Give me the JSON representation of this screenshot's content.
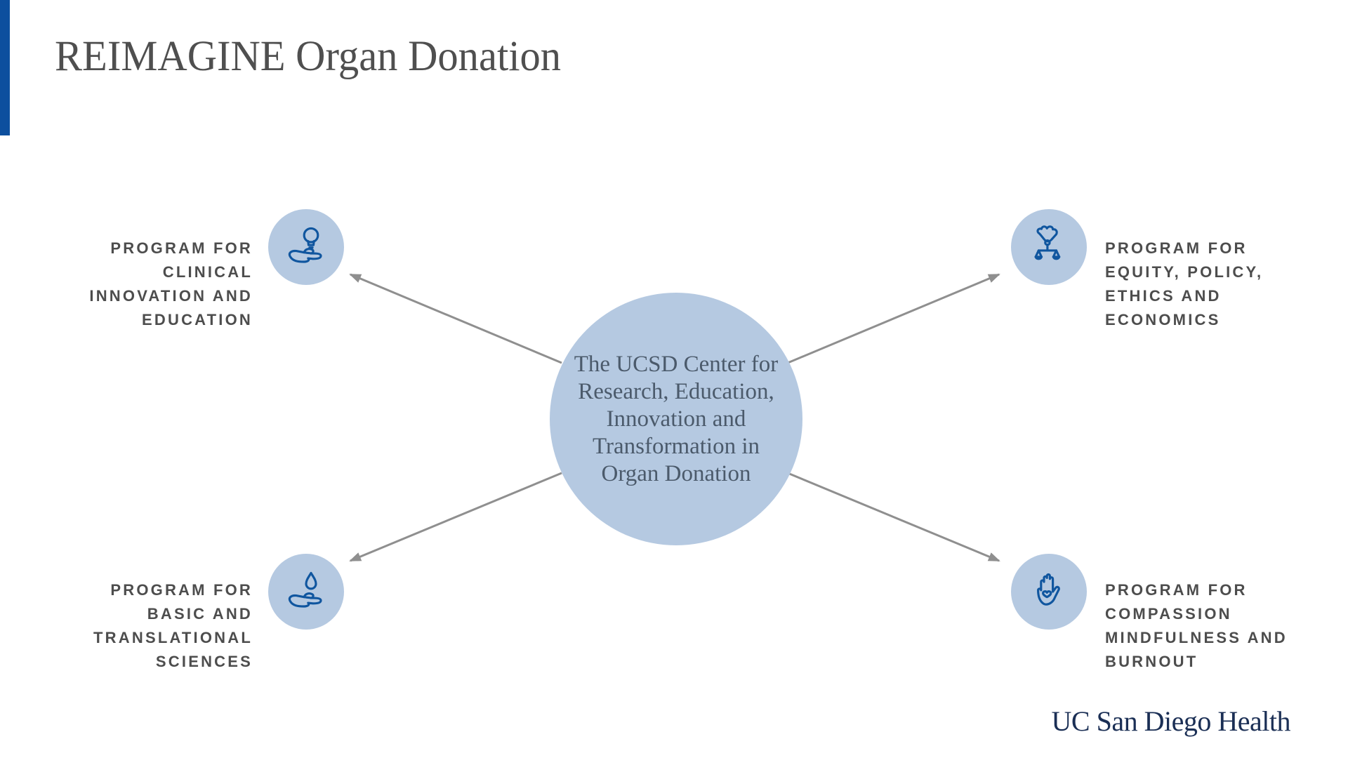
{
  "slide": {
    "title": "REIMAGINE Organ Donation",
    "accent_bar_color": "#0d4f9e",
    "background_color": "#ffffff"
  },
  "center_hub": {
    "text": "The UCSD Center for Research, Education, Innovation and Transformation in Organ Donation",
    "text_lines": [
      "The UCSD Center for",
      "Research, Education,",
      "Innovation and",
      "Transformation in",
      "Organ Donation"
    ],
    "circle_color": "#b5c9e1",
    "text_color": "#4b5a6b"
  },
  "programs": [
    {
      "id": "clinical-innovation-education",
      "position": "top-left",
      "icon": "hand-lightbulb-icon",
      "label_lines": [
        "PROGRAM FOR",
        "CLINICAL",
        "INNOVATION AND",
        "EDUCATION"
      ]
    },
    {
      "id": "equity-policy-ethics-economics",
      "position": "top-right",
      "icon": "hand-scales-icon",
      "label_lines": [
        "PROGRAM FOR",
        "EQUITY, POLICY,",
        "ETHICS AND",
        "ECONOMICS"
      ]
    },
    {
      "id": "basic-translational-sciences",
      "position": "bottom-left",
      "icon": "hand-droplet-icon",
      "label_lines": [
        "PROGRAM FOR",
        "BASIC AND",
        "TRANSLATIONAL",
        "SCIENCES"
      ]
    },
    {
      "id": "compassion-mindfulness-burnout",
      "position": "bottom-right",
      "icon": "hand-heart-icon",
      "label_lines": [
        "PROGRAM FOR",
        "COMPASSION",
        "MINDFULNESS AND",
        "BURNOUT"
      ]
    }
  ],
  "logo": {
    "text": "UC San Diego Health",
    "color": "#1b2f55"
  },
  "colors": {
    "icon_stroke": "#10569f",
    "arrow": "#8f8f8f",
    "label_text": "#4d4d4d",
    "title_text": "#4f4f4f"
  }
}
